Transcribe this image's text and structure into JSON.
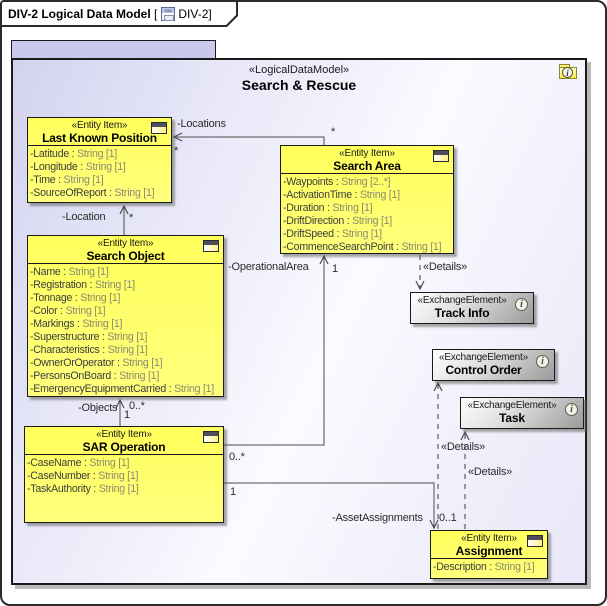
{
  "window": {
    "title": "DIV-2 Logical Data Model",
    "bracket_open": "[",
    "diagram_icon_label": "DIV",
    "ref": "DIV-2",
    "bracket_close": "]"
  },
  "frame": {
    "stereotype": "«LogicalDataModel»",
    "title": "Search & Rescue"
  },
  "icons": {
    "info_glyph": "i"
  },
  "colors": {
    "entity_fill": "#FFFF66",
    "frame_fill": "#DCDCF4",
    "frame_tab_fill": "#C9C9EE",
    "exchange_fill": "#C0C0C0",
    "line": "#4D4D4D"
  },
  "entities": {
    "last_known_position": {
      "stereotype": "«Entity Item»",
      "name": "Last Known Position",
      "attributes": [
        {
          "n": "-Latitude : ",
          "t": "String [1]"
        },
        {
          "n": "-Longitude : ",
          "t": "String [1]"
        },
        {
          "n": "-Time : ",
          "t": "String [1]"
        },
        {
          "n": "-SourceOfReport : ",
          "t": "String [1]"
        }
      ]
    },
    "search_area": {
      "stereotype": "«Entity Item»",
      "name": "Search Area",
      "attributes": [
        {
          "n": "-Waypoints : ",
          "t": "String [2..*]"
        },
        {
          "n": "-ActivationTime : ",
          "t": "String [1]"
        },
        {
          "n": "-Duration : ",
          "t": "String [1]"
        },
        {
          "n": "-DriftDirection : ",
          "t": "String [1]"
        },
        {
          "n": "-DriftSpeed : ",
          "t": "String [1]"
        },
        {
          "n": "-CommenceSearchPoint : ",
          "t": "String [1]"
        }
      ]
    },
    "search_object": {
      "stereotype": "«Entity Item»",
      "name": "Search Object",
      "attributes": [
        {
          "n": "-Name : ",
          "t": "String [1]"
        },
        {
          "n": "-Registration : ",
          "t": "String [1]"
        },
        {
          "n": "-Tonnage : ",
          "t": "String [1]"
        },
        {
          "n": "-Color : ",
          "t": "String [1]"
        },
        {
          "n": "-Markings : ",
          "t": "String [1]"
        },
        {
          "n": "-Superstructure : ",
          "t": "String [1]"
        },
        {
          "n": "-Characteristics : ",
          "t": "String [1]"
        },
        {
          "n": "-OwnerOrOperator : ",
          "t": "String [1]"
        },
        {
          "n": "-PersonsOnBoard : ",
          "t": "String [1]"
        },
        {
          "n": "-EmergencyEquipmentCarried : ",
          "t": "String [1]"
        }
      ]
    },
    "sar_operation": {
      "stereotype": "«Entity Item»",
      "name": "SAR Operation",
      "attributes": [
        {
          "n": "-CaseName : ",
          "t": "String [1]"
        },
        {
          "n": "-CaseNumber : ",
          "t": "String [1]"
        },
        {
          "n": "-TaskAuthority : ",
          "t": "String [1]"
        }
      ]
    },
    "assignment": {
      "stereotype": "«Entity Item»",
      "name": "Assignment",
      "attributes": [
        {
          "n": "-Description : ",
          "t": "String [1]"
        }
      ]
    }
  },
  "exchange_elements": {
    "track_info": {
      "stereotype": "«ExchangeElement»",
      "name": "Track Info"
    },
    "control_order": {
      "stereotype": "«ExchangeElement»",
      "name": "Control Order"
    },
    "task": {
      "stereotype": "«ExchangeElement»",
      "name": "Task"
    }
  },
  "connections": {
    "locations": {
      "role": "-Locations",
      "source_mult": "*",
      "target_mult": "*"
    },
    "location": {
      "role": "-Location",
      "target_mult": "*"
    },
    "objects": {
      "role": "-Objects",
      "source_mult": "1",
      "target_mult": "0..*"
    },
    "operational_area": {
      "role": "-OperationalArea",
      "source_mult": "0..*",
      "target_mult": "1"
    },
    "asset_assignments": {
      "role": "-AssetAssignments",
      "source_mult": "1",
      "target_mult": "0..1"
    },
    "details_track_info": {
      "stereotype": "«Details»"
    },
    "details_control_order": {
      "stereotype": "«Details»"
    },
    "details_task": {
      "stereotype": "«Details»"
    }
  }
}
